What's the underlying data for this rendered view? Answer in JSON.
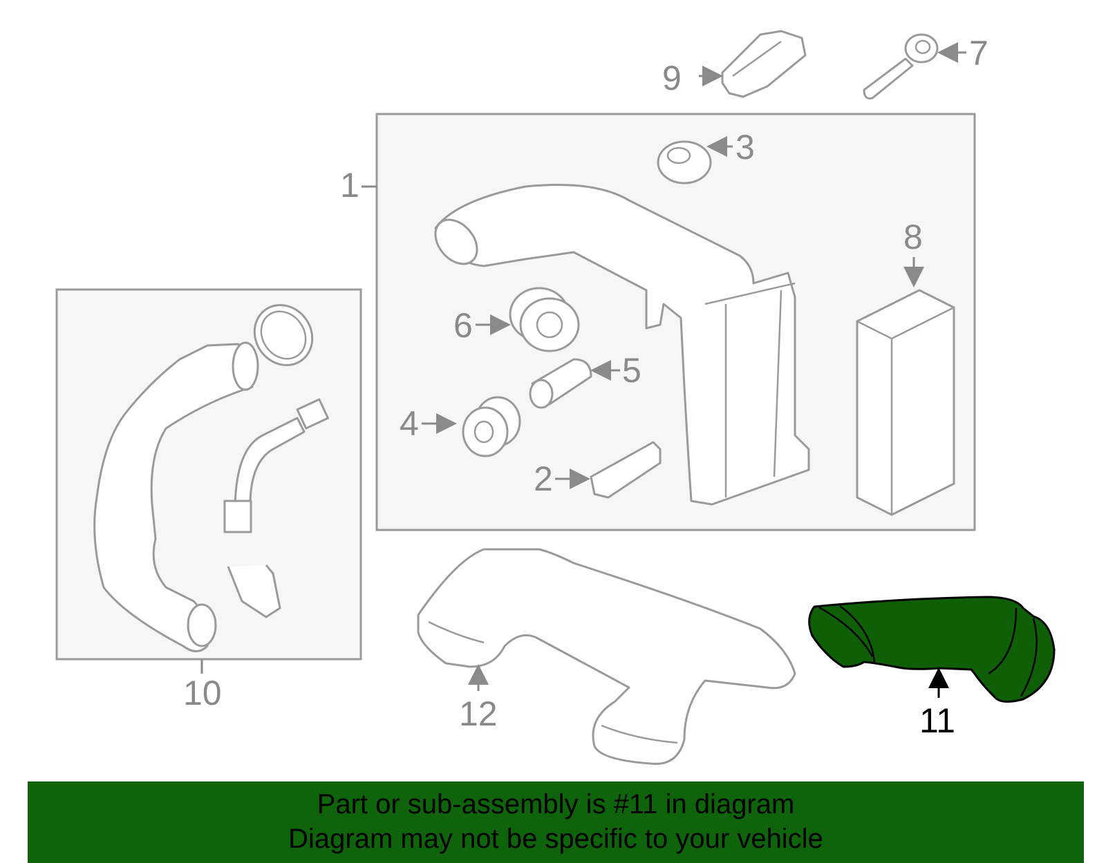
{
  "diagram": {
    "callouts": [
      "1",
      "2",
      "3",
      "4",
      "5",
      "6",
      "7",
      "8",
      "9",
      "10",
      "11",
      "12"
    ],
    "highlighted_part": "11",
    "colors": {
      "highlight_fill": "#0f5f07",
      "banner": "#0e630b",
      "part_stroke": "#9a9a9a",
      "box_fill": "#f6f6f6"
    }
  },
  "banner": {
    "line1": "Part or sub-assembly is #11 in diagram",
    "line2": "Diagram may not be specific to your vehicle"
  }
}
